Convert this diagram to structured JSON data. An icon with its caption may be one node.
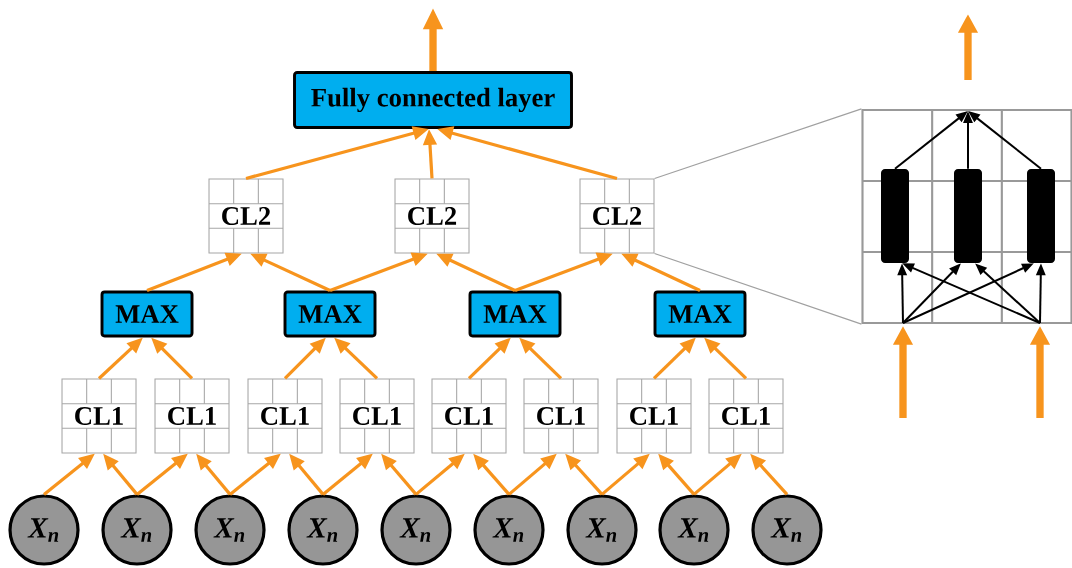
{
  "diagram": {
    "nodes": [
      {
        "text": [
          "Fully connected layer"
        ]
      },
      {
        "text": [
          "CL2"
        ]
      },
      {
        "text": [
          "CL2"
        ]
      },
      {
        "text": [
          "CL2"
        ]
      },
      {
        "text": [
          "MAX"
        ]
      },
      {
        "text": [
          "MAX"
        ]
      },
      {
        "text": [
          "MAX"
        ]
      },
      {
        "text": [
          "MAX"
        ]
      },
      {
        "text": [
          "CL1"
        ]
      },
      {
        "text": [
          "CL1"
        ]
      },
      {
        "text": [
          "CL1"
        ]
      },
      {
        "text": [
          "CL1"
        ]
      },
      {
        "text": [
          "CL1"
        ]
      },
      {
        "text": [
          "CL1"
        ]
      },
      {
        "text": [
          "CL1"
        ]
      },
      {
        "text": [
          "CL1"
        ]
      },
      {
        "text": [
          "X$_{n}$"
        ]
      },
      {
        "text": [
          "X$_{n}$"
        ]
      },
      {
        "text": [
          "X$_{n}$"
        ]
      },
      {
        "text": [
          "X$_{n}$"
        ]
      },
      {
        "text": [
          "X$_{n}$"
        ]
      },
      {
        "text": [
          "X$_{n}$"
        ]
      },
      {
        "text": [
          "X$_{n}$"
        ]
      },
      {
        "text": [
          "X$_{n}$"
        ]
      },
      {
        "text": [
          "X$_{n}$"
        ]
      },
      {
        "text": [],
        "shape": "box"
      },
      {
        "text": [],
        "shape": "bar",
        "in": 25
      },
      {
        "text": [],
        "shape": "bar",
        "in": 25
      },
      {
        "text": [],
        "shape": "bar",
        "in": 25
      }
    ],
    "edges": [
      {
        "from": 16,
        "to": 8,
        "arrow": "to"
      },
      {
        "from": 17,
        "to": 8,
        "arrow": "to"
      },
      {
        "from": 17,
        "to": 9,
        "arrow": "to"
      },
      {
        "from": 18,
        "to": 9,
        "arrow": "to"
      },
      {
        "from": 18,
        "to": 10,
        "arrow": "to"
      },
      {
        "from": 19,
        "to": 10,
        "arrow": "to"
      },
      {
        "from": 19,
        "to": 11,
        "arrow": "to"
      },
      {
        "from": 20,
        "to": 11,
        "arrow": "to"
      },
      {
        "from": 20,
        "to": 12,
        "arrow": "to"
      },
      {
        "from": 21,
        "to": 12,
        "arrow": "to"
      },
      {
        "from": 21,
        "to": 13,
        "arrow": "to"
      },
      {
        "from": 22,
        "to": 13,
        "arrow": "to"
      },
      {
        "from": 22,
        "to": 14,
        "arrow": "to"
      },
      {
        "from": 23,
        "to": 14,
        "arrow": "to"
      },
      {
        "from": 23,
        "to": 15,
        "arrow": "to"
      },
      {
        "from": 24,
        "to": 15,
        "arrow": "to"
      },
      {
        "from": 8,
        "to": 4,
        "arrow": "to"
      },
      {
        "from": 9,
        "to": 4,
        "arrow": "to"
      },
      {
        "from": 10,
        "to": 5,
        "arrow": "to"
      },
      {
        "from": 11,
        "to": 5,
        "arrow": "to"
      },
      {
        "from": 12,
        "to": 6,
        "arrow": "to"
      },
      {
        "from": 13,
        "to": 6,
        "arrow": "to"
      },
      {
        "from": 14,
        "to": 7,
        "arrow": "to"
      },
      {
        "from": 15,
        "to": 7,
        "arrow": "to"
      },
      {
        "from": 4,
        "to": 1,
        "arrow": "to"
      },
      {
        "from": 5,
        "to": 1,
        "arrow": "to"
      },
      {
        "from": 5,
        "to": 2,
        "arrow": "to"
      },
      {
        "from": 6,
        "to": 2,
        "arrow": "to"
      },
      {
        "from": 6,
        "to": 3,
        "arrow": "to"
      },
      {
        "from": 7,
        "to": 3,
        "arrow": "to"
      },
      {
        "from": 1,
        "to": 0,
        "arrow": "to"
      },
      {
        "from": 2,
        "to": 0,
        "arrow": "to"
      },
      {
        "from": 3,
        "to": 0,
        "arrow": "to"
      },
      {
        "from": 0,
        "to": null,
        "arrow": "to",
        "style": "thick"
      },
      {
        "from": 3,
        "to": 25,
        "arrow": "none",
        "color": "#a0a0a0"
      },
      {
        "from": 3,
        "to": 25,
        "arrow": "none",
        "color": "#a0a0a0"
      },
      {
        "from": null,
        "to": 26,
        "arrow": "to",
        "color": "#000000"
      },
      {
        "from": null,
        "to": 26,
        "arrow": "to",
        "color": "#000000"
      },
      {
        "from": null,
        "to": 27,
        "arrow": "to",
        "color": "#000000"
      },
      {
        "from": null,
        "to": 27,
        "arrow": "to",
        "color": "#000000"
      },
      {
        "from": null,
        "to": 28,
        "arrow": "to",
        "color": "#000000"
      },
      {
        "from": null,
        "to": 28,
        "arrow": "to",
        "color": "#000000"
      },
      {
        "from": 26,
        "to": null,
        "arrow": "to",
        "color": "#000000"
      },
      {
        "from": 27,
        "to": null,
        "arrow": "to",
        "color": "#000000"
      },
      {
        "from": 28,
        "to": null,
        "arrow": "to",
        "color": "#000000"
      }
    ]
  }
}
